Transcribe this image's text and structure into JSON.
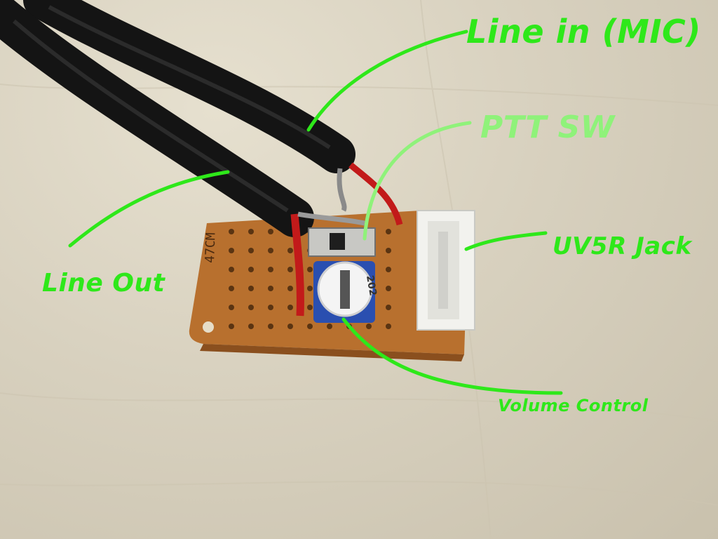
{
  "labels": {
    "line_in": "Line in (MIC)",
    "ptt": "PTT SW",
    "uv5r": "UV5R Jack",
    "line_out": "Line Out",
    "volume": "Volume Control"
  },
  "board_print": "47CM",
  "trimmer_print": "202",
  "colors": {
    "annotation_green": "#2ee81a",
    "annotation_light_green": "#8ff27a",
    "background_wood": "#d8d1bf",
    "pcb_copper": "#b8702e",
    "cable_black": "#141414",
    "wire_red": "#c21a1a",
    "trimmer_blue": "#2a4fb0",
    "connector_white": "#f2f2ee"
  }
}
